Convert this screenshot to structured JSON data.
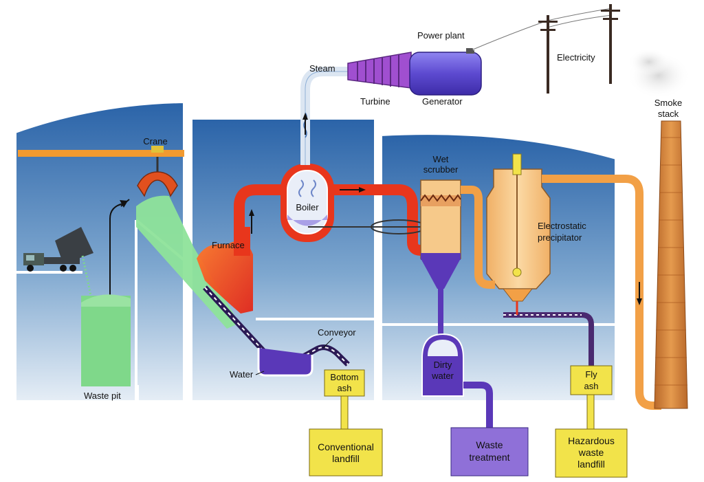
{
  "labels": {
    "power_plant": "Power plant",
    "electricity": "Electricity",
    "steam": "Steam",
    "turbine": "Turbine",
    "generator": "Generator",
    "smoke_stack_1": "Smoke",
    "smoke_stack_2": "stack",
    "crane": "Crane",
    "wet_scrubber_1": "Wet",
    "wet_scrubber_2": "scrubber",
    "boiler": "Boiler",
    "furnace": "Furnace",
    "electrostatic_1": "Electrostatic",
    "electrostatic_2": "precipitator",
    "conveyor": "Conveyor",
    "water": "Water",
    "waste_pit": "Waste pit",
    "dirty_water_1": "Dirty",
    "dirty_water_2": "water",
    "bottom_ash_1": "Bottom",
    "bottom_ash_2": "ash",
    "fly_ash_1": "Fly",
    "fly_ash_2": "ash",
    "conventional_landfill_1": "Conventional",
    "conventional_landfill_2": "landfill",
    "waste_treatment_1": "Waste",
    "waste_treatment_2": "treatment",
    "hazardous_landfill_1": "Hazardous",
    "hazardous_landfill_2": "waste",
    "hazardous_landfill_3": "landfill"
  },
  "colors": {
    "sky_top": "#2f6fb0",
    "sky_bottom": "#dde8f2",
    "building_outline": "#ffffff",
    "refuse_green": "#7fd88a",
    "fire_red": "#e8361c",
    "duct_orange": "#f2a046",
    "water_purple": "#5a38b8",
    "box_yellow": "#f2e34a",
    "turbine_purple": "#a04fd0",
    "generator_blue": "#6a5ad8",
    "stack_orange": "#d9863a"
  }
}
